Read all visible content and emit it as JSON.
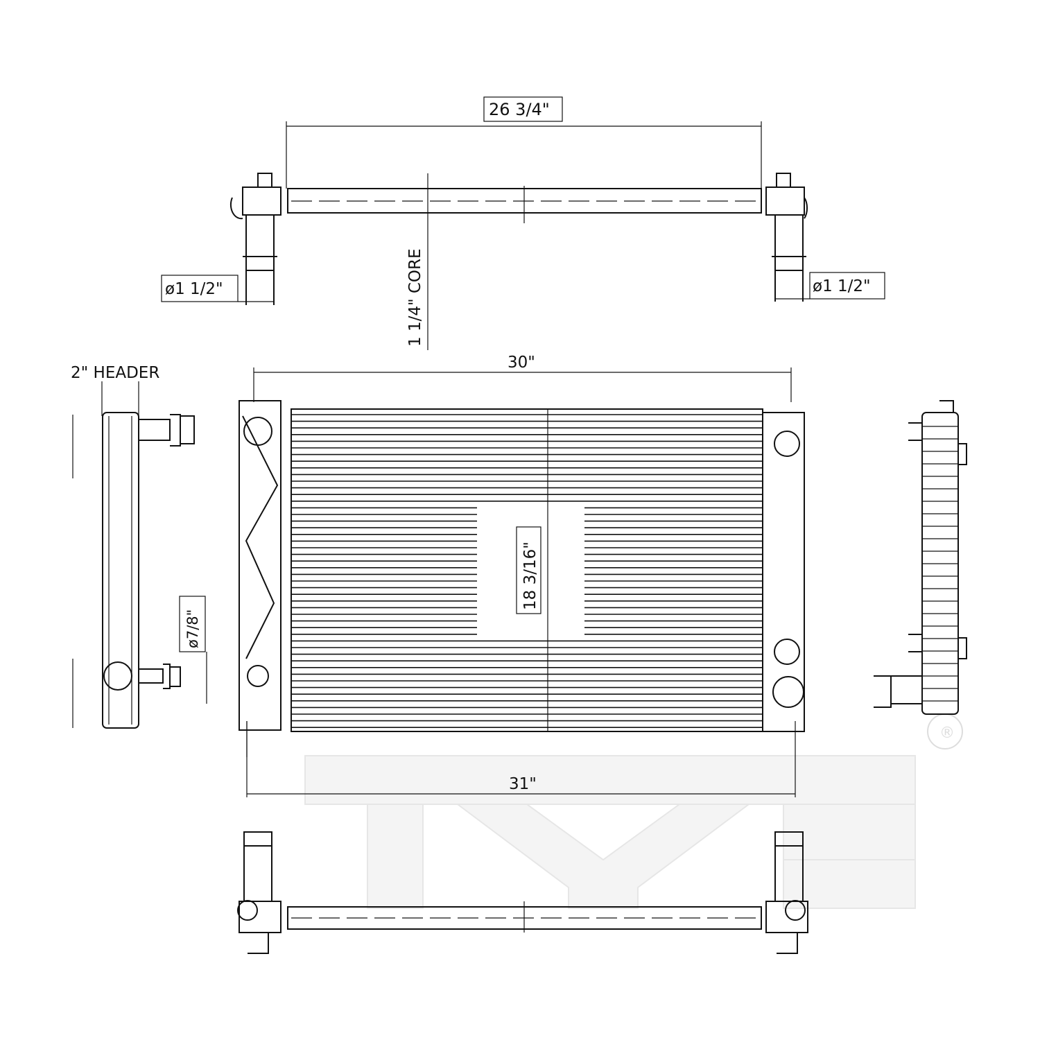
{
  "drawing": {
    "dimensions": {
      "top_width": "26 3/4\"",
      "core_thickness": "1 1/4\" CORE",
      "inlet_left": "ø1 1/2\"",
      "inlet_right": "ø1 1/2\"",
      "header": "2\"  HEADER",
      "core_width": "30\"",
      "core_height": "18 3/16\"",
      "small_port": "ø7/8\"",
      "overall_width": "31\""
    },
    "watermark": {
      "text": "TYC",
      "mark": "®"
    },
    "colors": {
      "line": "#111111",
      "watermark": "#e6e6e6"
    }
  }
}
